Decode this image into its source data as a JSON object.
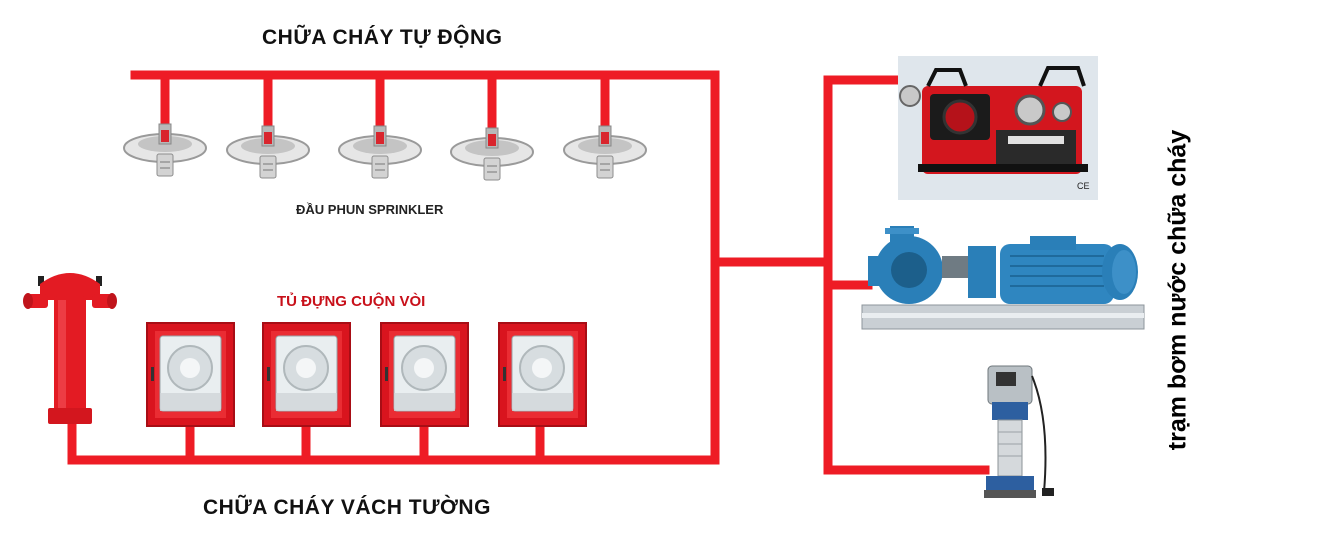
{
  "labels": {
    "automatic": "CHỮA CHÁY TỰ ĐỘNG",
    "sprinkler": "ĐẦU PHUN SPRINKLER",
    "hose_cabinet": "TỦ ĐỰNG CUỘN VÒI",
    "wall_system": "CHỮA CHÁY VÁCH TƯỜNG",
    "pump_station": "trạm bơm nước chữa cháy",
    "ce_mark": "CE"
  },
  "components": {
    "sprinklers": [
      "sprinkler-head",
      "sprinkler-head",
      "sprinkler-head",
      "sprinkler-head",
      "sprinkler-head"
    ],
    "cabinets": [
      "hose-cabinet",
      "hose-cabinet",
      "hose-cabinet",
      "hose-cabinet"
    ],
    "hydrant": "fire-hydrant",
    "pumps": [
      "portable-fire-pump",
      "electric-centrifugal-pump",
      "vertical-jockey-pump"
    ]
  },
  "colors": {
    "pipe": "#ee1c25",
    "cabinet": "#d9141e",
    "cabinet_window": "#e9eef0",
    "pump_blue": "#2a7fb8",
    "text": "#111111"
  }
}
